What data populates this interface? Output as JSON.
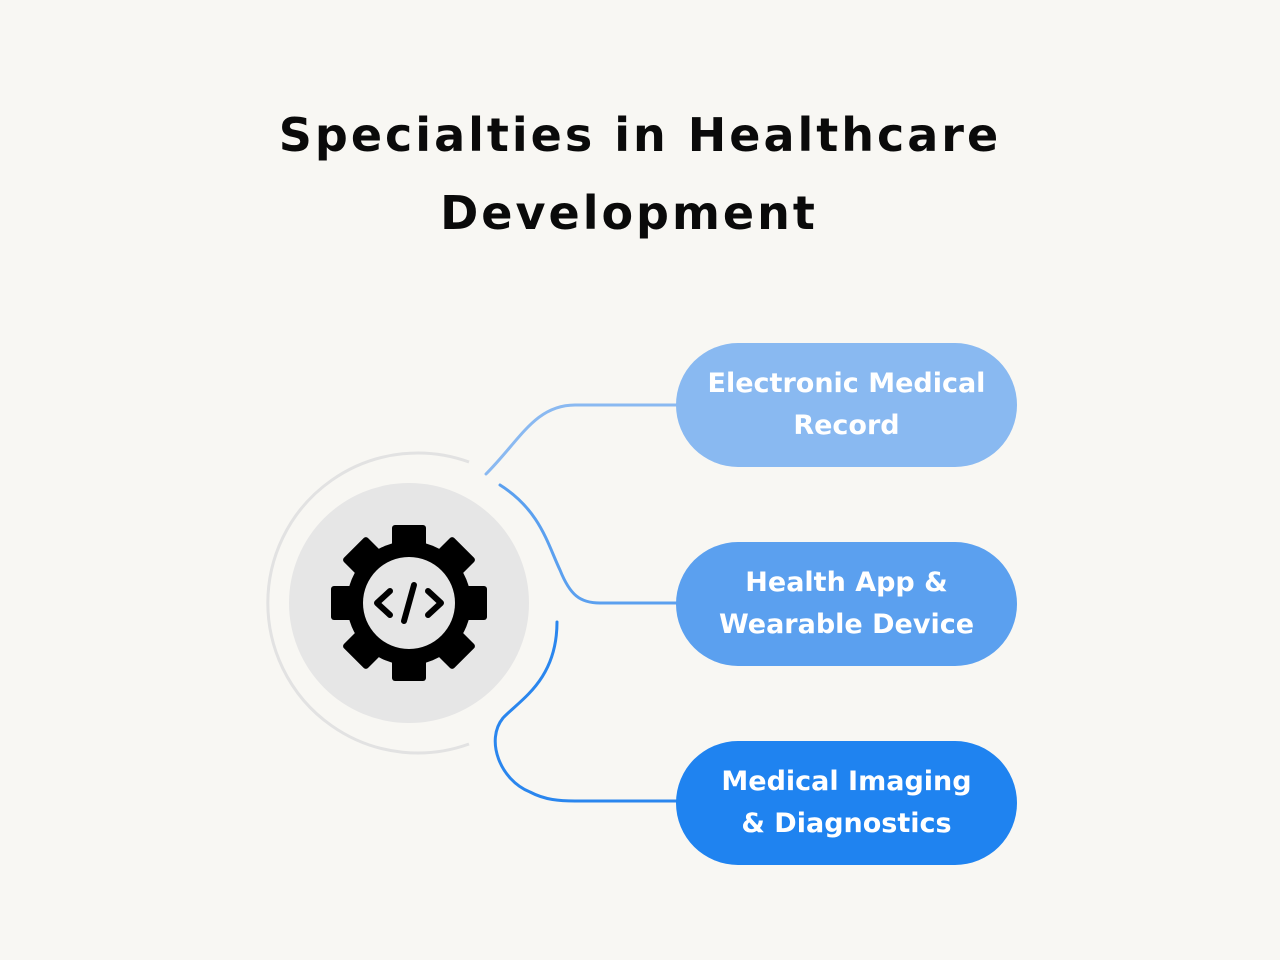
{
  "title": {
    "line1": "Specialties in Healthcare",
    "line2": "Development"
  },
  "center_icon": "gear-code-icon",
  "items": [
    {
      "line1": "Electronic Medical",
      "line2": "Record",
      "color": "#89b9f1"
    },
    {
      "line1": "Health App &",
      "line2": "Wearable Device",
      "color": "#5ba0ef"
    },
    {
      "line1": "Medical Imaging",
      "line2": "& Diagnostics",
      "color": "#1f83f0"
    }
  ],
  "colors": {
    "background": "#f8f7f3",
    "hub_fill": "#e6e6e6",
    "hub_ring": "#e2e2e2",
    "icon": "#000000"
  }
}
